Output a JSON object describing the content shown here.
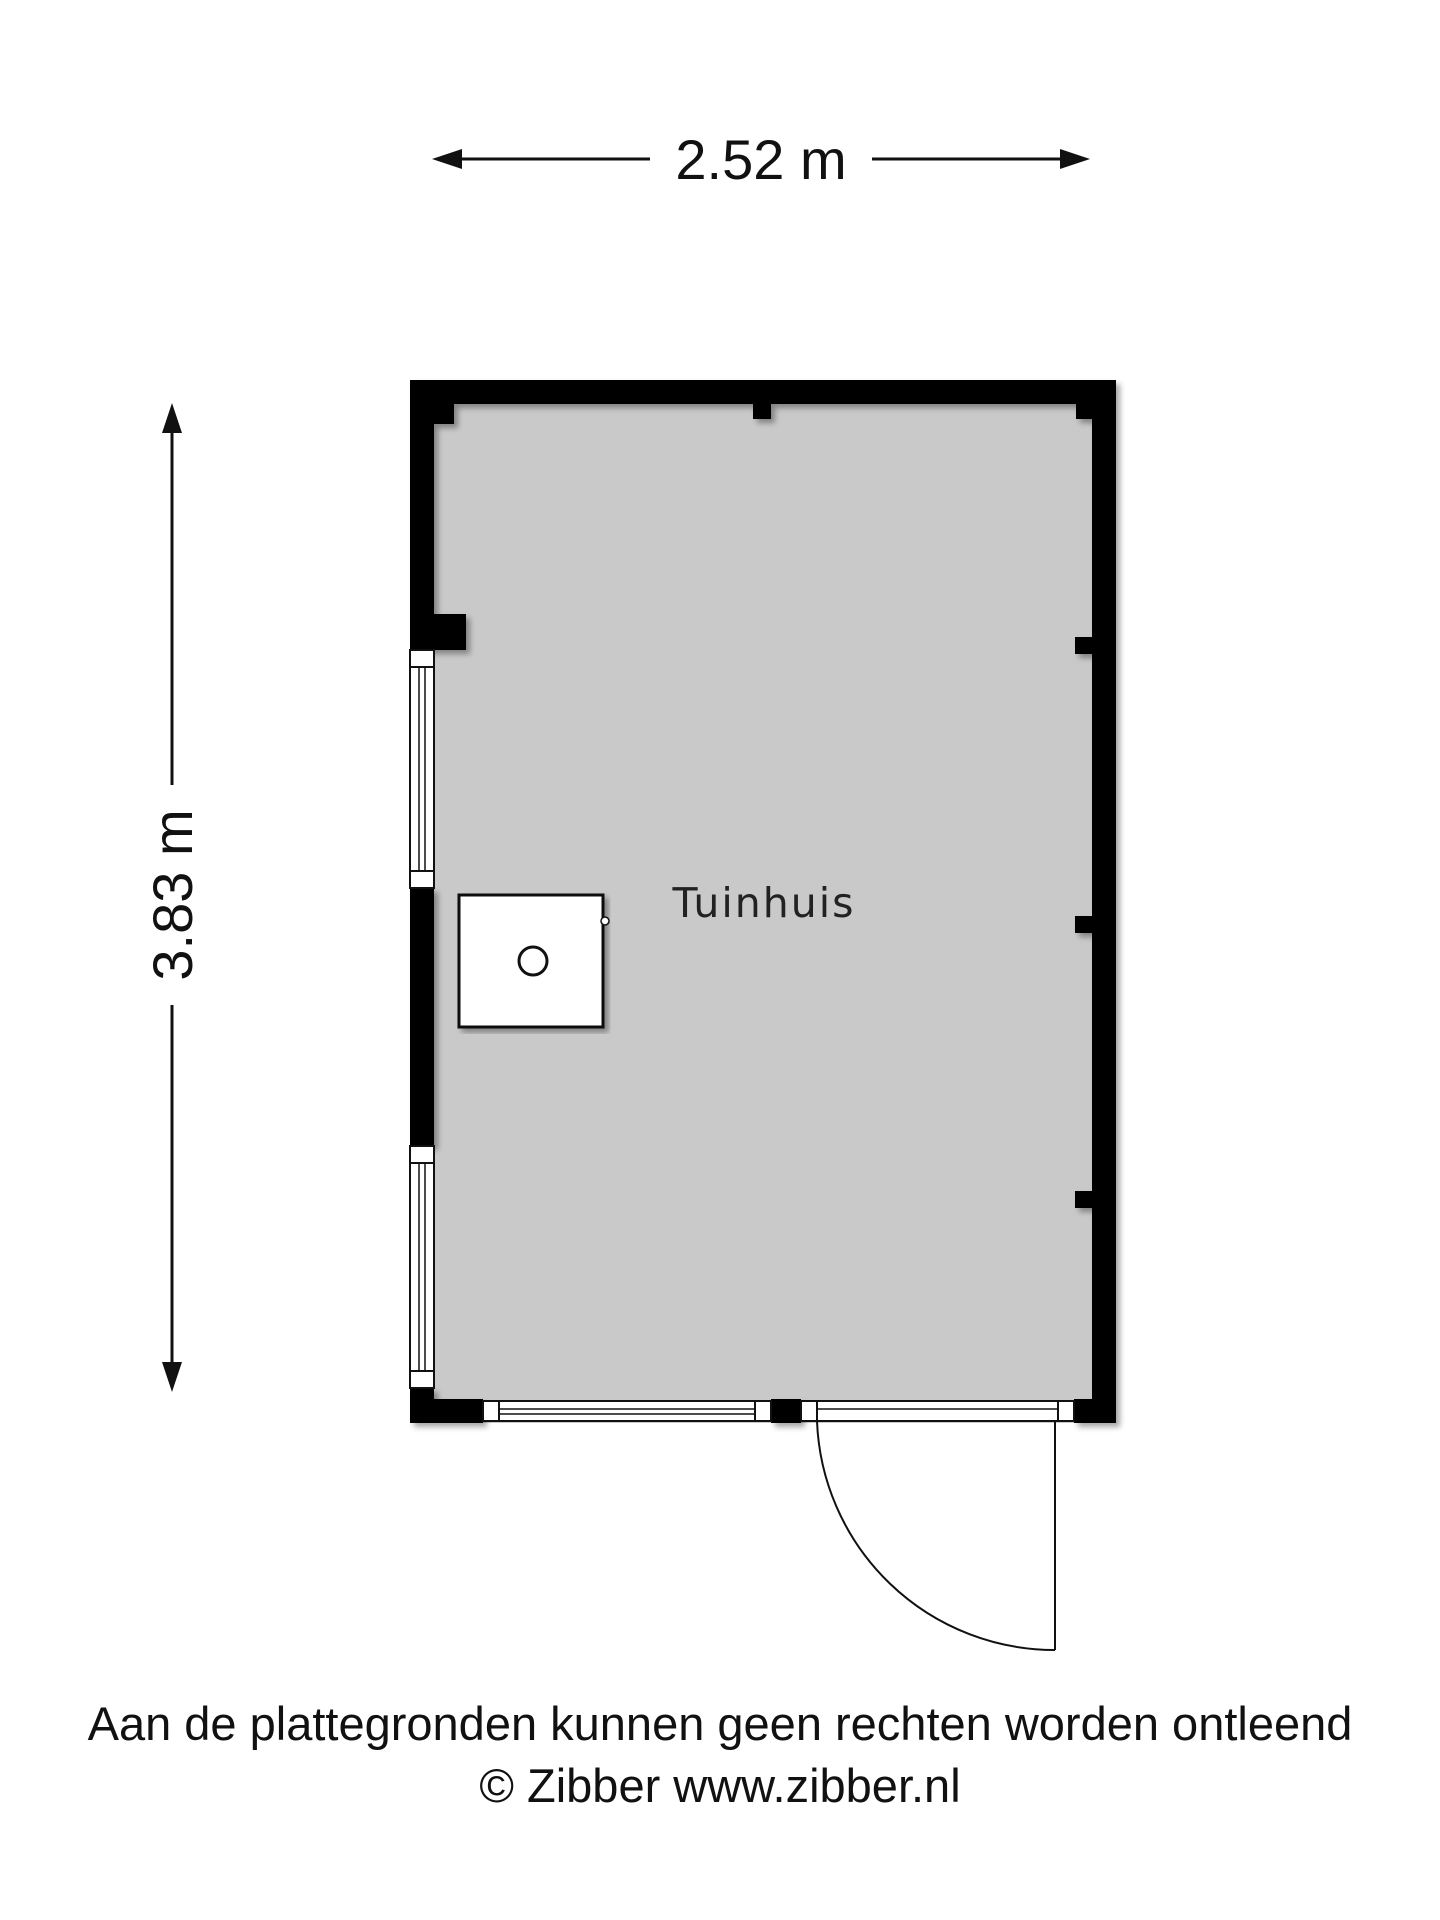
{
  "dimensions": {
    "width_label": "2.52 m",
    "height_label": "3.83 m"
  },
  "room": {
    "label": "Tuinhuis"
  },
  "footer": {
    "disclaimer": "Aan de plattegronden kunnen geen rechten worden ontleend",
    "copyright": "© Zibber www.zibber.nl"
  },
  "colors": {
    "wall": "#000000",
    "floor": "#c9c9c9",
    "window": "#ffffff",
    "line": "#111111"
  }
}
